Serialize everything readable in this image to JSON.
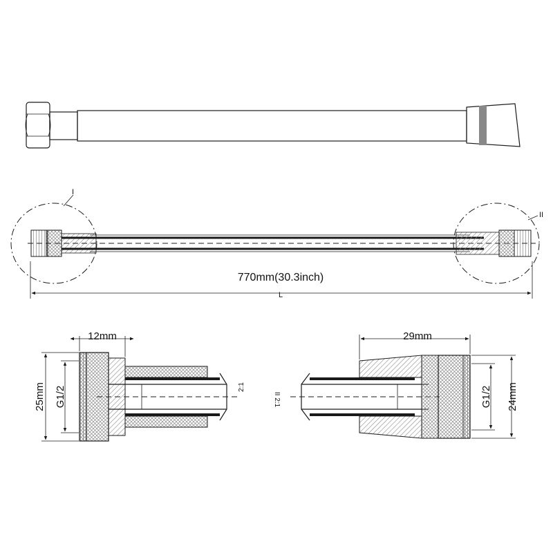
{
  "detail_labels": {
    "left_callout": "I",
    "right_callout": "II",
    "left_scale": "2:1",
    "right_scale": "II 2:1"
  },
  "dimensions": {
    "overall_length": "770mm(30.3inch)",
    "overall_length_symbol": "L",
    "left_nut_width": "12mm",
    "left_outer_diameter": "25mm",
    "left_thread": "G1/2",
    "right_fitting_length": "29mm",
    "right_thread": "G1/2",
    "right_outer_diameter": "24mm"
  },
  "colors": {
    "line": "#1a1a1a",
    "band": "#888888",
    "hatch": "#9a9a9a",
    "background": "#ffffff"
  }
}
